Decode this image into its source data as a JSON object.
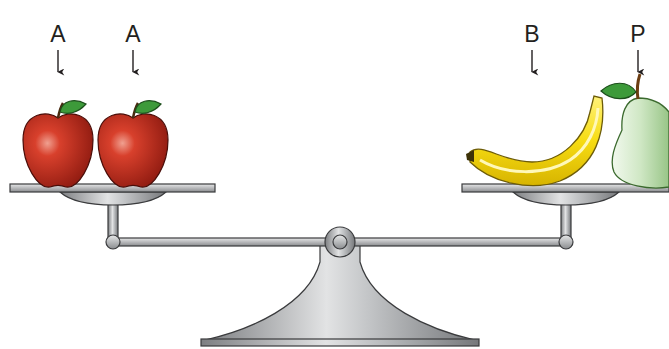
{
  "diagram": {
    "labels": [
      "A",
      "A",
      "B",
      "P"
    ]
  }
}
